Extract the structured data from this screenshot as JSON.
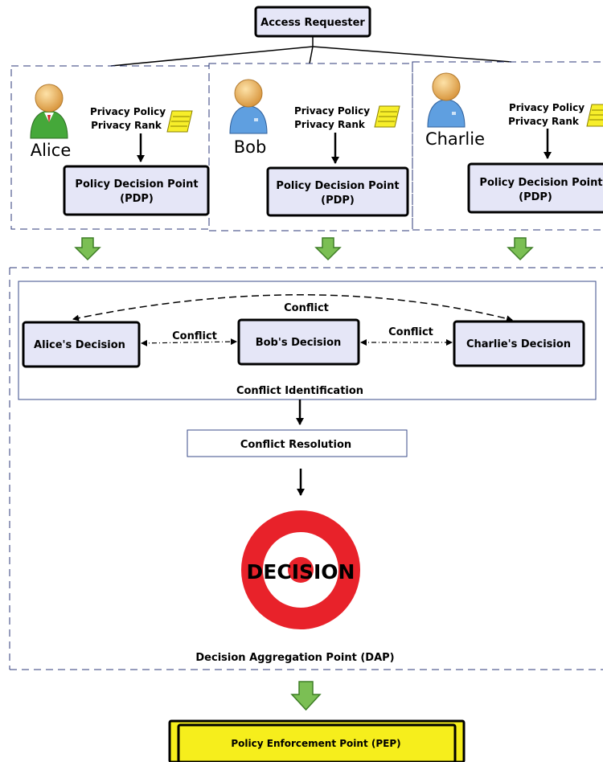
{
  "requester": {
    "label": "Access Requester"
  },
  "users": [
    {
      "name": "Alice",
      "policy_label": "Privacy Policy",
      "rank_label": "Privacy Rank",
      "pdp_line1": "Policy Decision Point",
      "pdp_line2": "(PDP)",
      "body_color": "#45a83a"
    },
    {
      "name": "Bob",
      "policy_label": "Privacy Policy",
      "rank_label": "Privacy Rank",
      "pdp_line1": "Policy Decision Point",
      "pdp_line2": "(PDP)",
      "body_color": "#5f9fe0"
    },
    {
      "name": "Charlie",
      "policy_label": "Privacy Policy",
      "rank_label": "Privacy Rank",
      "pdp_line1": "Policy Decision Point",
      "pdp_line2": "(PDP)",
      "body_color": "#5f9fe0"
    }
  ],
  "decisions": {
    "alice": "Alice's Decision",
    "bob": "Bob's Decision",
    "charlie": "Charlie's Decision",
    "conflict_top": "Conflict",
    "conflict_left": "Conflict",
    "conflict_right": "Conflict"
  },
  "identification": {
    "label": "Conflict Identification"
  },
  "resolution": {
    "label": "Conflict Resolution"
  },
  "target": {
    "label": "DECISION",
    "ring_color": "#e8222a"
  },
  "dap": {
    "label": "Decision  Aggregation Point (DAP)"
  },
  "pep": {
    "label": "Policy Enforcement Point (PEP)",
    "fill_color": "#f6ee1c"
  },
  "colors": {
    "box_fill": "#e5e6f7",
    "arrow_green": "#7bbf54",
    "frame_blue": "#3a4b8a"
  }
}
